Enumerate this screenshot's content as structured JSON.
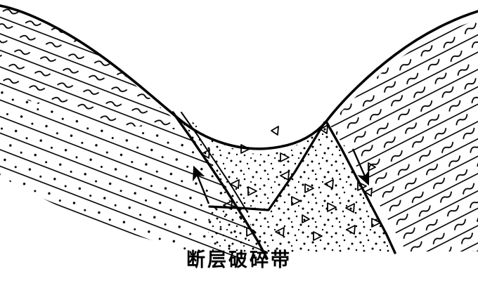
{
  "figure": {
    "title": "断层破碎带",
    "caption": "断层破碎带",
    "type": "geological-cross-section",
    "background_color": "#ffffff",
    "line_color": "#000000"
  },
  "labels": {
    "fault_zone_label": "断层破碎带"
  },
  "legend_symbols": {
    "wave_symbol": "~",
    "dot_symbol": "·",
    "triangle_symbol": "▷"
  },
  "structures": {
    "left_rock_mass": {
      "name": "left-bedrock-wedge",
      "hatch_pattern": "parallel-lines",
      "upper_marker": "~",
      "lower_marker": "·"
    },
    "right_rock_mass": {
      "name": "right-bedrock-wedge",
      "hatch_pattern": "parallel-lines",
      "marker": "~"
    },
    "fracture_zone": {
      "name": "fault-fracture-zone",
      "fill_pattern": "stipple-dots",
      "fragment_marker": "▷"
    },
    "faults": [
      {
        "name": "left-fault-plane",
        "slip_direction": "up"
      },
      {
        "name": "right-fault-plane",
        "slip_direction": "down"
      }
    ]
  },
  "chart_data": {
    "type": "diagram",
    "title": "断层破碎带",
    "description_elements": [
      "V-shaped valley surface profile",
      "left hatched bedrock with wave and dot markers",
      "right hatched bedrock with wave markers",
      "central stippled fault fracture zone with angular breccia triangles",
      "two bounding fault planes with opposing slip arrows",
      "inner buried bedrock wedge polygon"
    ]
  }
}
